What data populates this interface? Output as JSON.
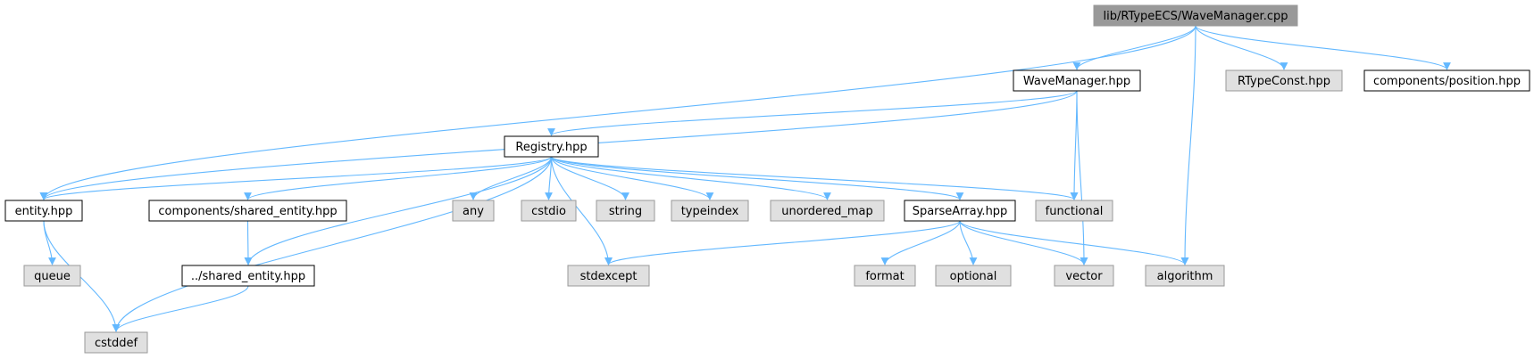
{
  "colors": {
    "edge": "#63b8ff",
    "root_fill": "#999999",
    "system_fill": "#e0e0e0",
    "local_fill": "#ffffff",
    "border_dark": "#000000",
    "border_grey": "#999999",
    "text": "#000000"
  },
  "nodes": [
    {
      "id": "root",
      "label": "lib/RTypeECS/WaveManager.cpp",
      "kind": "root"
    },
    {
      "id": "wavemgr",
      "label": "WaveManager.hpp",
      "kind": "local"
    },
    {
      "id": "rtypeconst",
      "label": "RTypeConst.hpp",
      "kind": "system"
    },
    {
      "id": "position",
      "label": "components/position.hpp",
      "kind": "local"
    },
    {
      "id": "registry",
      "label": "Registry.hpp",
      "kind": "local"
    },
    {
      "id": "entity",
      "label": "entity.hpp",
      "kind": "local"
    },
    {
      "id": "comp_shared",
      "label": "components/shared_entity.hpp",
      "kind": "local"
    },
    {
      "id": "any",
      "label": "any",
      "kind": "system"
    },
    {
      "id": "cstdio",
      "label": "cstdio",
      "kind": "system"
    },
    {
      "id": "string",
      "label": "string",
      "kind": "system"
    },
    {
      "id": "typeindex",
      "label": "typeindex",
      "kind": "system"
    },
    {
      "id": "unordered_map",
      "label": "unordered_map",
      "kind": "system"
    },
    {
      "id": "sparse",
      "label": "SparseArray.hpp",
      "kind": "local"
    },
    {
      "id": "functional",
      "label": "functional",
      "kind": "system"
    },
    {
      "id": "queue",
      "label": "queue",
      "kind": "system"
    },
    {
      "id": "shared",
      "label": "../shared_entity.hpp",
      "kind": "local"
    },
    {
      "id": "stdexcept",
      "label": "stdexcept",
      "kind": "system"
    },
    {
      "id": "format",
      "label": "format",
      "kind": "system"
    },
    {
      "id": "optional",
      "label": "optional",
      "kind": "system"
    },
    {
      "id": "vector",
      "label": "vector",
      "kind": "system"
    },
    {
      "id": "algorithm",
      "label": "algorithm",
      "kind": "system"
    },
    {
      "id": "cstddef",
      "label": "cstddef",
      "kind": "system"
    }
  ],
  "edges": [
    [
      "root",
      "wavemgr"
    ],
    [
      "root",
      "rtypeconst"
    ],
    [
      "root",
      "position"
    ],
    [
      "root",
      "entity"
    ],
    [
      "root",
      "algorithm"
    ],
    [
      "wavemgr",
      "registry"
    ],
    [
      "wavemgr",
      "entity"
    ],
    [
      "wavemgr",
      "functional"
    ],
    [
      "wavemgr",
      "vector"
    ],
    [
      "registry",
      "entity"
    ],
    [
      "registry",
      "cstddef"
    ],
    [
      "registry",
      "comp_shared"
    ],
    [
      "registry",
      "shared"
    ],
    [
      "registry",
      "stdexcept"
    ],
    [
      "registry",
      "any"
    ],
    [
      "registry",
      "cstdio"
    ],
    [
      "registry",
      "string"
    ],
    [
      "registry",
      "typeindex"
    ],
    [
      "registry",
      "unordered_map"
    ],
    [
      "registry",
      "sparse"
    ],
    [
      "registry",
      "functional"
    ],
    [
      "entity",
      "queue"
    ],
    [
      "entity",
      "cstddef"
    ],
    [
      "comp_shared",
      "shared"
    ],
    [
      "shared",
      "cstddef"
    ],
    [
      "sparse",
      "stdexcept"
    ],
    [
      "sparse",
      "format"
    ],
    [
      "sparse",
      "optional"
    ],
    [
      "sparse",
      "vector"
    ],
    [
      "sparse",
      "algorithm"
    ]
  ]
}
